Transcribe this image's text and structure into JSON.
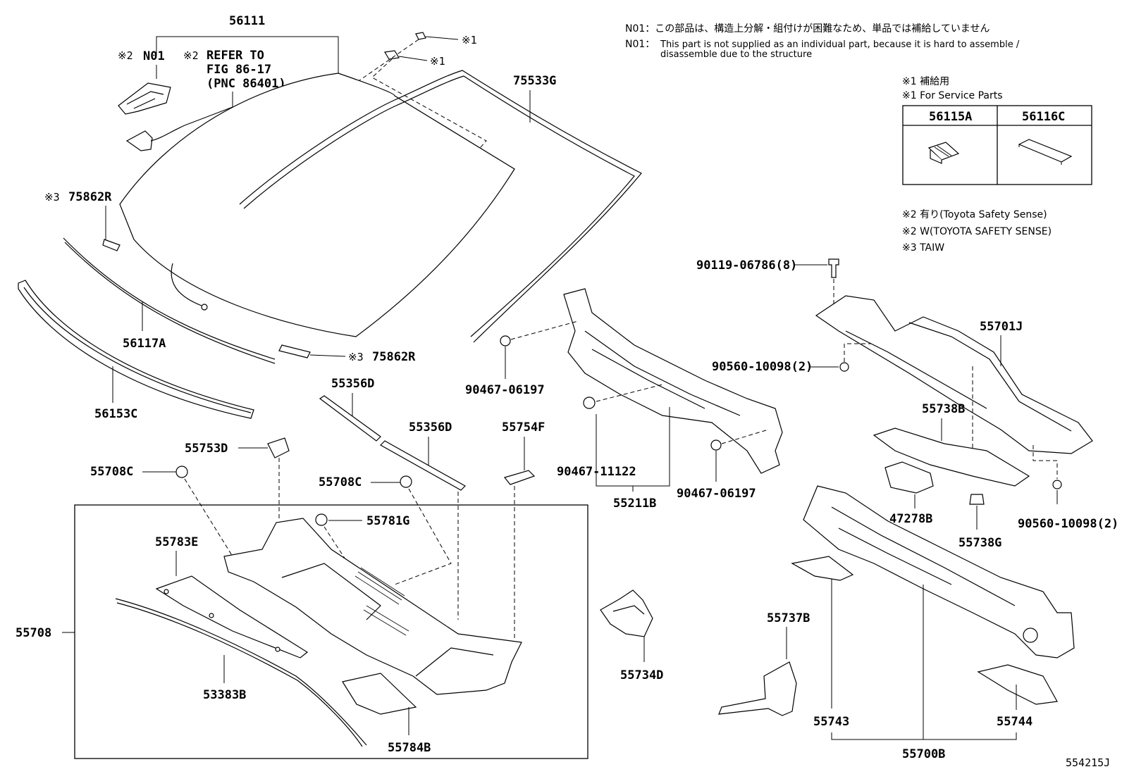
{
  "notes": {
    "n01_jp": "N01：この部品は、構造上分解・組付けが困難なため、単品では補給していません",
    "n01_en_label": "N01：",
    "n01_en_line1": "This part is not supplied as an individual part, because it is hard to assemble /",
    "n01_en_line2": "disassemble due to the structure",
    "s1_jp": "※1 補給用",
    "s1_en": "※1 For Service Parts",
    "s2_jp": "※2 有り(Toyota Safety Sense)",
    "s2_en": "※2 W(TOYOTA SAFETY SENSE)",
    "s3": "※3 TAIW"
  },
  "service_table": {
    "col1": "56115A",
    "col2": "56116C"
  },
  "labels": {
    "p56111": "56111",
    "s2_n01_prefix": "※2",
    "s2_n01": "N01",
    "refer_prefix": "※2",
    "refer1": "REFER TO",
    "refer2": "FIG 86-17",
    "refer3": "(PNC 86401)",
    "mark1a": "※1",
    "mark1b": "※1",
    "p75533G": "75533G",
    "p75862R_top_prefix": "※3",
    "p75862R_top": "75862R",
    "p75862R_bot_prefix": "※3",
    "p75862R_bot": "75862R",
    "p56117A": "56117A",
    "p56153C": "56153C",
    "p55356D_a": "55356D",
    "p55356D_b": "55356D",
    "p55754F": "55754F",
    "p55753D": "55753D",
    "p55708C_a": "55708C",
    "p55708C_b": "55708C",
    "p55781G": "55781G",
    "p55783E": "55783E",
    "p55708": "55708",
    "p53383B": "53383B",
    "p55784B": "55784B",
    "p90467_06197_a": "90467-06197",
    "p90467_11122": "90467-11122",
    "p55211B": "55211B",
    "p90467_06197_b": "90467-06197",
    "p55734D": "55734D",
    "p90119": "90119-06786(8)",
    "p55701J": "55701J",
    "p90560_a": "90560-10098(2)",
    "p55738B": "55738B",
    "p47278B": "47278B",
    "p55738G": "55738G",
    "p90560_b": "90560-10098(2)",
    "p55737B": "55737B",
    "p55743": "55743",
    "p55744": "55744",
    "p55700B": "55700B",
    "fig_code": "554215J"
  }
}
